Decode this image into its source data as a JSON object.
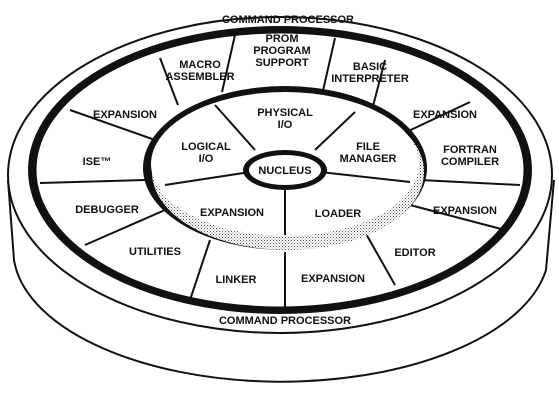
{
  "diagram": {
    "command_processor_top": "COMMAND PROCESSOR",
    "command_processor_bottom": "COMMAND PROCESSOR",
    "nucleus": "NUCLEUS",
    "inner_ring": {
      "physical_io": [
        "PHYSICAL",
        "I/O"
      ],
      "logical_io": [
        "LOGICAL",
        "I/O"
      ],
      "file_manager": [
        "FILE",
        "MANAGER"
      ],
      "expansion": [
        "EXPANSION"
      ],
      "loader": [
        "LOADER"
      ]
    },
    "outer_ring": {
      "prom_program_support": [
        "PROM",
        "PROGRAM",
        "SUPPORT"
      ],
      "macro_assembler": [
        "MACRO",
        "ASSEMBLER"
      ],
      "basic_interpreter": [
        "BASIC",
        "INTERPRETER"
      ],
      "expansion_upper_left": [
        "EXPANSION"
      ],
      "expansion_upper_right": [
        "EXPANSION"
      ],
      "ise": [
        "ISE™"
      ],
      "fortran_compiler": [
        "FORTRAN",
        "COMPILER"
      ],
      "debugger": [
        "DEBUGGER"
      ],
      "expansion_right": [
        "EXPANSION"
      ],
      "utilities": [
        "UTILITIES"
      ],
      "editor": [
        "EDITOR"
      ],
      "linker": [
        "LINKER"
      ],
      "expansion_bottom": [
        "EXPANSION"
      ]
    }
  }
}
